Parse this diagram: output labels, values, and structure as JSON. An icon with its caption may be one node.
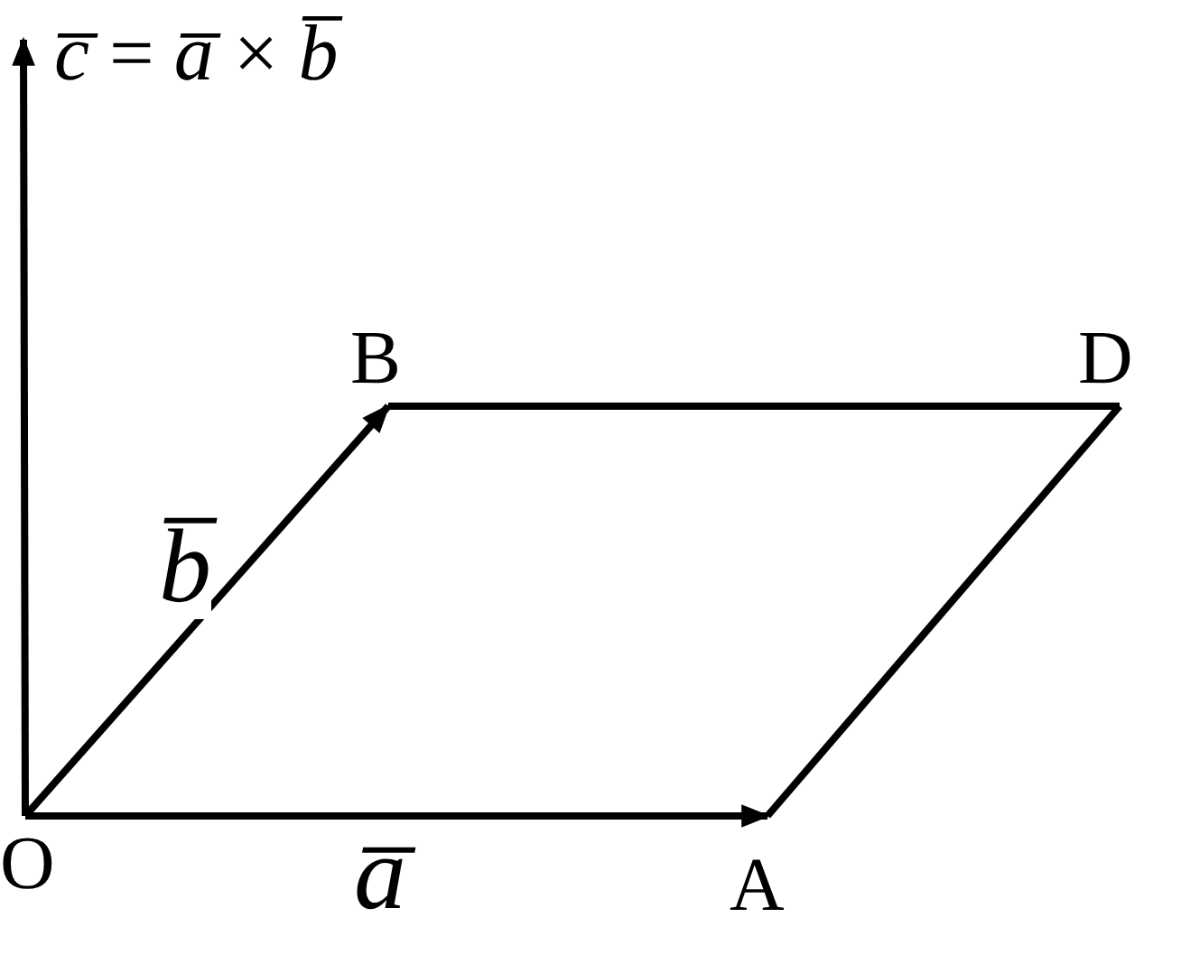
{
  "diagram": {
    "nodes": [
      {
        "text": [
          "O"
        ]
      },
      {
        "text": [
          "A"
        ]
      },
      {
        "text": [
          "B"
        ]
      },
      {
        "text": [
          "D"
        ]
      }
    ],
    "edges": [
      {
        "from": 0,
        "to": 1,
        "arrow": "to",
        "label": "a̅"
      },
      {
        "from": 0,
        "to": 2,
        "arrow": "to",
        "label": "b̅"
      },
      {
        "from": 2,
        "to": 3,
        "arrow": "none"
      },
      {
        "from": 1,
        "to": 3,
        "arrow": "none"
      },
      {
        "from": 0,
        "to": null,
        "arrow": "to",
        "label": "*c̅* = *a̅* × *b̅*"
      }
    ]
  }
}
